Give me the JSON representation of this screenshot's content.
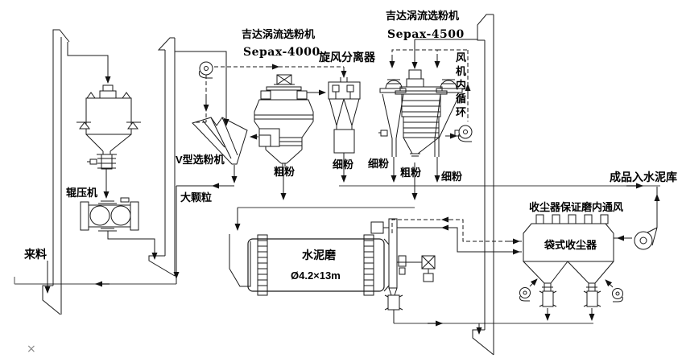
{
  "labels": {
    "incoming_feed": "来料",
    "roller_press": "辊压机",
    "v_separator": "V型选粉机",
    "large_particles": "大颗粒",
    "sepax4000_title": "吉达涡流选粉机",
    "sepax4000_model": "Sepax-4000",
    "cyclone_separator": "旋风分离器",
    "sepax4500_title": "吉达涡流选粉机",
    "sepax4500_model": "Sepax-4500",
    "fan_internal_circulation": "风机内循环",
    "coarse_powder_4000": "粗粉",
    "fine_powder_cyclone": "细粉",
    "fine_powder_left": "细粉",
    "coarse_powder_4500": "粗粉",
    "fine_powder_right": "细粉",
    "cement_mill": "水泥磨",
    "mill_dimensions": "Ø4.2×13m",
    "product_to_cement_silo": "成品入水泥库",
    "dust_collector_note": "收尘器保证磨内通风",
    "bag_dust_collector": "袋式收尘器",
    "close_mark": "×"
  },
  "colors": {
    "line": "#1a1a1a",
    "collector_line": "#7f7f7f",
    "background": "#ffffff",
    "text": "#000000",
    "muted_mark": "#8a8a8a"
  }
}
